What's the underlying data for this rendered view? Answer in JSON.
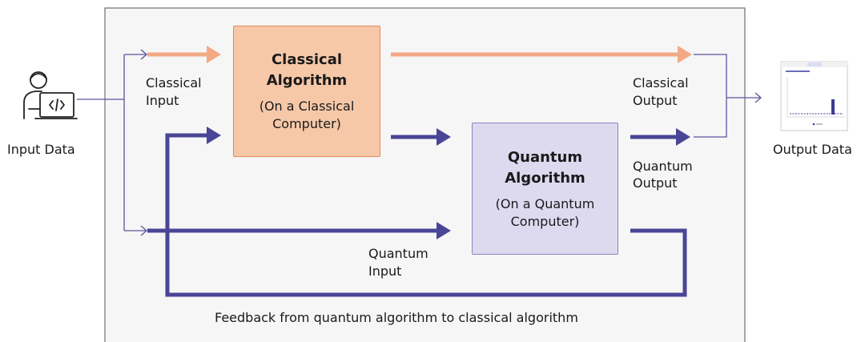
{
  "input_data_label": "Input Data",
  "output_data_label": "Output Data",
  "classical_algorithm": {
    "title": "Classical Algorithm",
    "subtitle": "(On a Classical Computer)"
  },
  "quantum_algorithm": {
    "title": "Quantum Algorithm",
    "subtitle": "(On a Quantum Computer)"
  },
  "labels": {
    "classical_input_1": "Classical",
    "classical_input_2": "Input",
    "classical_output_1": "Classical",
    "classical_output_2": "Output",
    "quantum_output_1": "Quantum",
    "quantum_output_2": "Output",
    "quantum_input_1": "Quantum",
    "quantum_input_2": "Input",
    "feedback": "Feedback from quantum algorithm to classical algorithm"
  },
  "colors": {
    "classical_arrow": "#f2aa85",
    "quantum_arrow": "#4a4596",
    "connector": "#5a55a0",
    "panel_border": "#6e6e6e",
    "panel_bg": "#f6f6f6"
  },
  "icons": [
    "developer-laptop-icon",
    "output-chart-icon"
  ]
}
